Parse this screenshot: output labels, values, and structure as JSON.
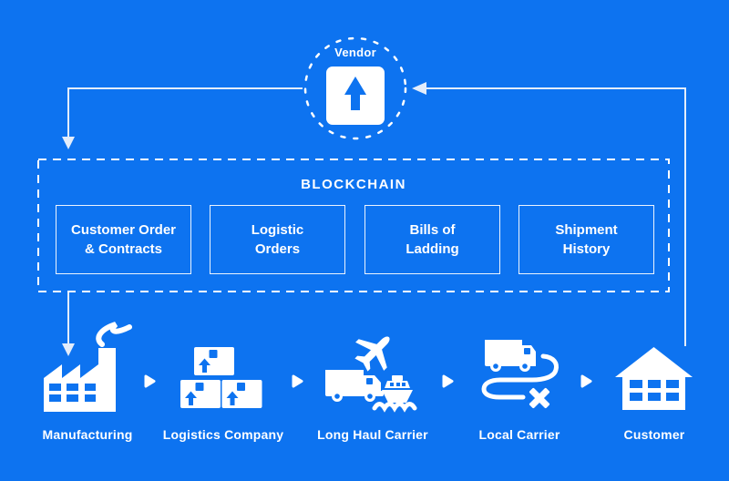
{
  "colors": {
    "background": "#0d73f0",
    "accent_blue": "#0d73f0",
    "line": "#e3edfb",
    "dash": "#ffffff",
    "text": "#ffffff"
  },
  "vendor": {
    "label": "Vendor",
    "icon": "arrow-up-icon"
  },
  "blockchain": {
    "title": "BLOCKCHAIN",
    "boxes": [
      {
        "label": "Customer Order\n& Contracts"
      },
      {
        "label": "Logistic\nOrders"
      },
      {
        "label": "Bills of\nLadding"
      },
      {
        "label": "Shipment\nHistory"
      }
    ]
  },
  "flow": [
    {
      "label": "Manufacturing",
      "icon": "factory-icon"
    },
    {
      "label": "Logistics Company",
      "icon": "packages-icon"
    },
    {
      "label": "Long Haul Carrier",
      "icon": "truck-plane-ship-icon"
    },
    {
      "label": "Local Carrier",
      "icon": "truck-route-icon"
    },
    {
      "label": "Customer",
      "icon": "house-icon"
    }
  ]
}
